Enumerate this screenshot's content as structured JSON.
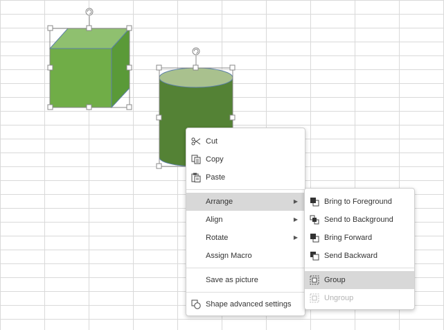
{
  "context_menu": {
    "cut": "Cut",
    "copy": "Copy",
    "paste": "Paste",
    "arrange": "Arrange",
    "align": "Align",
    "rotate": "Rotate",
    "assign_macro": "Assign Macro",
    "save_as_picture": "Save as picture",
    "shape_advanced_settings": "Shape advanced settings"
  },
  "arrange_submenu": {
    "bring_to_foreground": "Bring to Foreground",
    "send_to_background": "Send to Background",
    "bring_forward": "Bring Forward",
    "send_backward": "Send Backward",
    "group": "Group",
    "ungroup": "Ungroup"
  },
  "colors": {
    "cube_front": "#70ad47",
    "cube_top": "#8fc06f",
    "cube_side": "#5a9a38",
    "cylinder_body": "#548235",
    "cylinder_top": "#a9c18e",
    "shape_outline": "#5b7fa6",
    "highlight": "#d8d8d8"
  }
}
